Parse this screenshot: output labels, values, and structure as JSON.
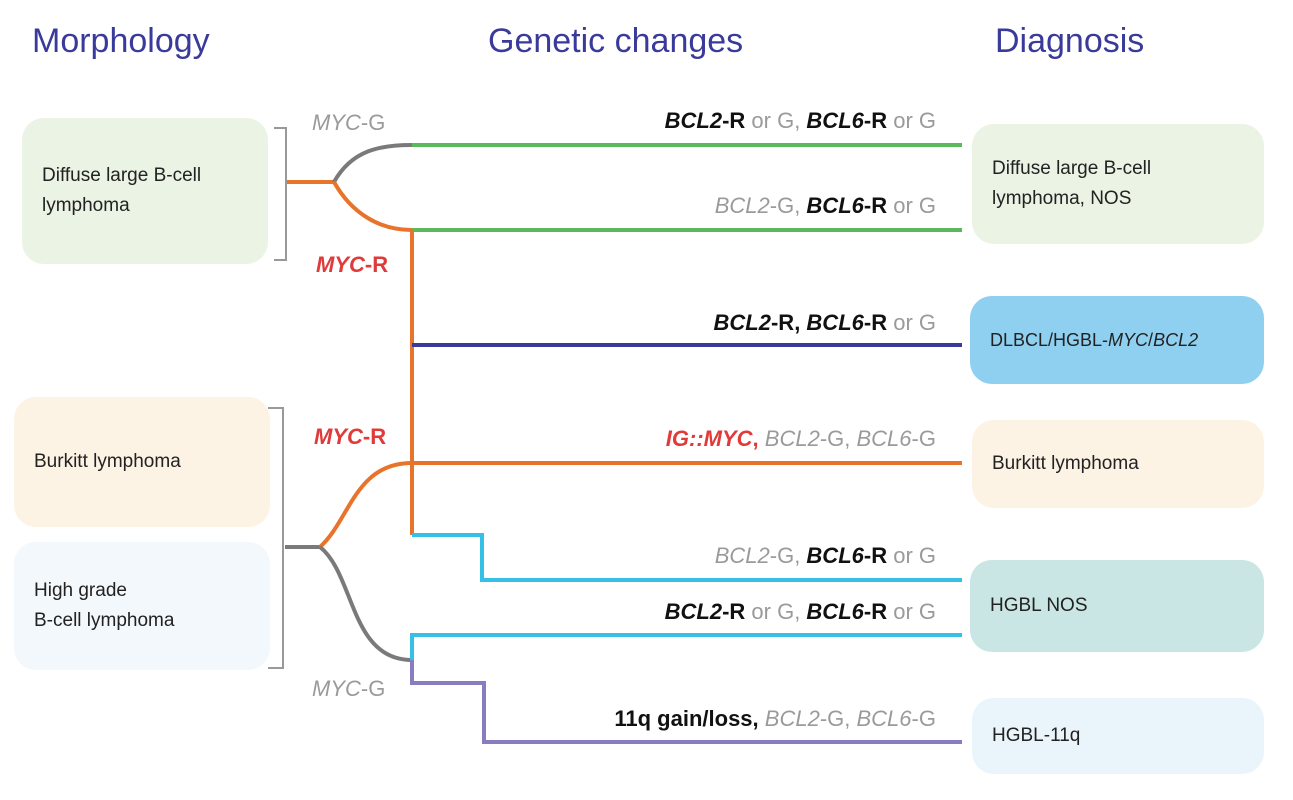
{
  "headers": {
    "morphology": "Morphology",
    "genetic": "Genetic changes",
    "diagnosis": "Diagnosis"
  },
  "morphology": {
    "dlbcl_line1": "Diffuse large B-cell",
    "dlbcl_line2": "lymphoma",
    "burkitt": "Burkitt lymphoma",
    "hgbl_line1": "High grade",
    "hgbl_line2": "B-cell lymphoma"
  },
  "branch_labels": {
    "myc_g_top": {
      "gene": "MYC",
      "suffix": "-G"
    },
    "myc_r_upper": {
      "gene": "MYC",
      "suffix": "-R"
    },
    "myc_r_lower": {
      "gene": "MYC",
      "suffix": "-R"
    },
    "myc_g_bottom": {
      "gene": "MYC",
      "suffix": "-G"
    }
  },
  "genetic_rows": {
    "r1": {
      "a": "BCL2",
      "a_suf": "-R",
      "b": " or G, ",
      "c": "BCL6",
      "c_suf": "-R",
      "d": " or G"
    },
    "r2": {
      "a": "BCL2",
      "a_suf": "-G, ",
      "c": "BCL6",
      "c_suf": "-R",
      "d": " or G"
    },
    "r3": {
      "a": "BCL2",
      "a_suf": "-R",
      "b": ", ",
      "c": "BCL6",
      "c_suf": "-R",
      "d": " or G"
    },
    "r4": {
      "a": "IG::MYC",
      "a_suf": ", ",
      "b": "BCL2",
      "b_suf": "-G, ",
      "c": "BCL6",
      "c_suf": "-G"
    },
    "r5": {
      "a": "BCL2",
      "a_suf": "-G, ",
      "c": "BCL6",
      "c_suf": "-R",
      "d": " or G"
    },
    "r6": {
      "a": "BCL2",
      "a_suf": "-R",
      "b": " or G, ",
      "c": "BCL6",
      "c_suf": "-R",
      "d": " or G"
    },
    "r7": {
      "a": "11q gain/loss",
      "a_suf": ", ",
      "b": "BCL2",
      "b_suf": "-G, ",
      "c": "BCL6",
      "c_suf": "-G"
    }
  },
  "diagnosis": {
    "dlbcl_nos_line1": "Diffuse large B-cell",
    "dlbcl_nos_line2": "lymphoma, NOS",
    "dh_prefix": "DLBCL/HGBL-",
    "dh_myc": "MYC",
    "dh_sep": "/",
    "dh_bcl2": "BCL2",
    "burkitt": "Burkitt lymphoma",
    "hgbl_nos": "HGBL NOS",
    "hgbl_11q": "HGBL-11q"
  },
  "colors": {
    "header": "#3a3a9a",
    "orange": "#e8732a",
    "green": "#5cb85c",
    "navy": "#3a3a9a",
    "cyan": "#36c0e8",
    "purple": "#8a7cc0",
    "gray_line": "#7a7a7a",
    "red_text": "#e03a3a"
  }
}
